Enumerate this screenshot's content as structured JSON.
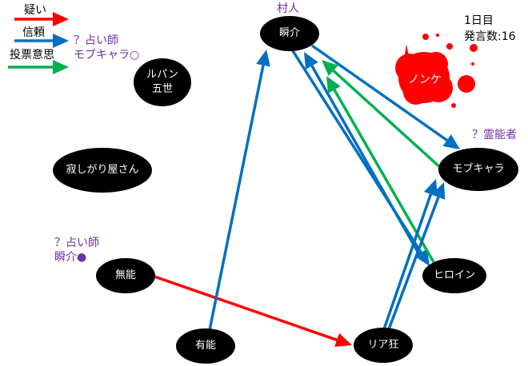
{
  "legend": [
    {
      "label": "疑い",
      "color": "#ff0000"
    },
    {
      "label": "信頼",
      "color": "#0070c0"
    },
    {
      "label": "投票意思",
      "color": "#00b050"
    }
  ],
  "info": {
    "day": "1日目",
    "count": "発言数:16"
  },
  "annotations": {
    "mob_seer": [
      "？占い師",
      "モブキャラ○"
    ],
    "shunsuke_role": "村人",
    "mob_medium": "？霊能者",
    "shunsuke_seer": [
      "？占い師",
      "瞬介●"
    ]
  },
  "nodes": {
    "shunsuke": "瞬介",
    "lupin": [
      "ルパン",
      "五世"
    ],
    "lonely": "寂しがり屋さん",
    "munou": "無能",
    "yuunou": "有能",
    "riakyou": "リア狂",
    "heroine": "ヒロイン",
    "mob": "モブキャラ",
    "nonke": "ノンケ"
  },
  "arrows": [
    {
      "from": "無能",
      "to": "リア狂",
      "type": "疑い"
    },
    {
      "from": "有能",
      "to": "瞬介",
      "type": "信頼"
    },
    {
      "from": "瞬介",
      "to": "ヒロイン",
      "type": "信頼"
    },
    {
      "from": "ヒロイン",
      "to": "瞬介",
      "type": "信頼"
    },
    {
      "from": "瞬介",
      "to": "モブキャラ",
      "type": "信頼"
    },
    {
      "from": "ヒロイン",
      "to": "瞬介",
      "type": "投票意思"
    },
    {
      "from": "モブキャラ",
      "to": "瞬介",
      "type": "投票意思"
    },
    {
      "from": "リア狂",
      "to": "モブキャラ",
      "type": "信頼"
    },
    {
      "from": "リア狂",
      "to": "モブキャラ",
      "type": "信頼"
    }
  ]
}
